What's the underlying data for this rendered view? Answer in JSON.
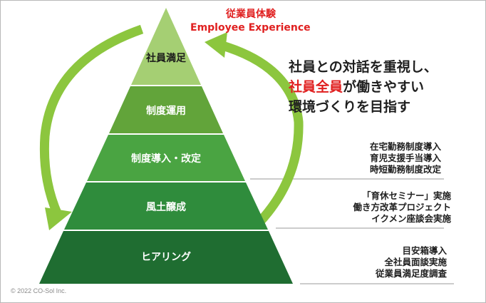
{
  "title": {
    "jp": "従業員体験",
    "en": "Employee Experience"
  },
  "pyramid_levels": [
    {
      "label": "社員満足"
    },
    {
      "label": "制度運用"
    },
    {
      "label": "制度導入・改定"
    },
    {
      "label": "風土醸成"
    },
    {
      "label": "ヒアリング"
    }
  ],
  "message": {
    "line1": "社員との対話を重視し、",
    "line2_highlight": "社員全員",
    "line2_rest": "が働きやすい",
    "line3": "環境づくりを目指す"
  },
  "annotations": [
    {
      "lines": [
        "在宅勤務制度導入",
        "育児支援手当導入",
        "時短勤務制度改定"
      ]
    },
    {
      "lines": [
        "「育休セミナー」実施",
        "働き方改革プロジェクト",
        "イクメン座談会実施"
      ]
    },
    {
      "lines": [
        "目安箱導入",
        "全社員面談実施",
        "従業員満足度調査"
      ]
    }
  ],
  "copyright": "© 2022 CO-Sol Inc.",
  "colors": {
    "tier_1": "#a5cf73",
    "tier_2": "#62a43a",
    "tier_3": "#4aa442",
    "tier_4": "#2f8c3c",
    "tier_5": "#1f6d31",
    "arrow": "#8cc63e",
    "accent": "#e02020"
  },
  "icons": [
    "cycle-arrow-left",
    "cycle-arrow-right"
  ]
}
